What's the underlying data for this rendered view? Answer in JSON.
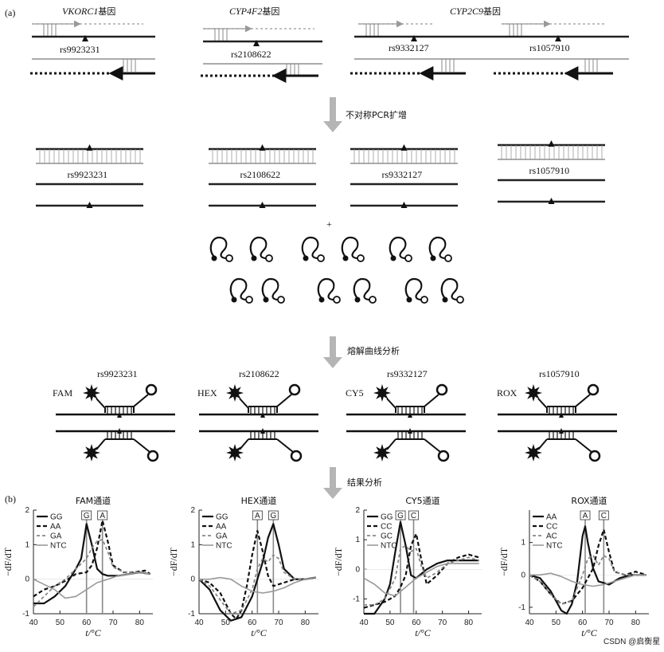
{
  "panel_a_label": "(a)",
  "panel_b_label": "(b)",
  "genes": [
    {
      "name": "VKORC1",
      "suffix": "基因",
      "snps": [
        "rs9923231"
      ]
    },
    {
      "name": "CYP4F2",
      "suffix": "基因",
      "snps": [
        "rs2108622"
      ]
    },
    {
      "name": "CYP2C9",
      "suffix": "基因",
      "snps": [
        "rs9332127",
        "rs1057910"
      ]
    }
  ],
  "steps": {
    "pcr": "不对称PCR扩增",
    "melt": "熔解曲线分析",
    "result": "结果分析"
  },
  "plus": "+",
  "amplicons": [
    "rs9923231",
    "rs2108622",
    "rs9332127",
    "rs1057910"
  ],
  "probes": [
    {
      "snp": "rs9923231",
      "dye": "FAM"
    },
    {
      "snp": "rs2108622",
      "dye": "HEX"
    },
    {
      "snp": "rs9332127",
      "dye": "CY5"
    },
    {
      "snp": "rs1057910",
      "dye": "ROX"
    }
  ],
  "watermark": "CSDN @启衡星",
  "chart_data": [
    {
      "type": "line",
      "title": "FAM通道",
      "xlabel": "t/°C",
      "ylabel": "−dF/dT",
      "xlim": [
        40,
        85
      ],
      "ylim": [
        -1,
        2
      ],
      "xticks": [
        40,
        50,
        60,
        70,
        80
      ],
      "yticks": [
        -1,
        0,
        1,
        2
      ],
      "vlines": [
        {
          "x": 60,
          "label": "G"
        },
        {
          "x": 66,
          "label": "A"
        }
      ],
      "series": [
        {
          "name": "GG",
          "style": "solid",
          "x": [
            40,
            44,
            48,
            52,
            56,
            58,
            60,
            62,
            64,
            66,
            68,
            72,
            76,
            80,
            84
          ],
          "y": [
            -0.7,
            -0.7,
            -0.5,
            -0.2,
            0.3,
            0.6,
            1.6,
            1.0,
            0.3,
            0.15,
            0.1,
            0.1,
            0.15,
            0.2,
            0.15
          ]
        },
        {
          "name": "AA",
          "style": "dashed",
          "x": [
            40,
            44,
            48,
            52,
            56,
            60,
            62,
            64,
            66,
            68,
            70,
            74,
            78,
            82,
            84
          ],
          "y": [
            -0.5,
            -0.3,
            -0.2,
            -0.05,
            0.15,
            0.2,
            0.4,
            0.9,
            1.7,
            1.1,
            0.4,
            0.2,
            0.2,
            0.25,
            0.15
          ]
        },
        {
          "name": "GA",
          "style": "dotted",
          "x": [
            40,
            44,
            48,
            52,
            56,
            60,
            62,
            64,
            66,
            68,
            70,
            74,
            80,
            84
          ],
          "y": [
            -0.8,
            -0.5,
            -0.2,
            0.0,
            0.3,
            0.6,
            0.9,
            1.1,
            1.15,
            0.8,
            0.35,
            0.2,
            0.2,
            0.15
          ]
        },
        {
          "name": "NTC",
          "style": "gray",
          "x": [
            40,
            44,
            48,
            52,
            56,
            60,
            64,
            68,
            72,
            76,
            80,
            84
          ],
          "y": [
            0.0,
            -0.15,
            -0.3,
            -0.55,
            -0.5,
            -0.3,
            -0.1,
            0.0,
            0.1,
            0.15,
            0.2,
            0.15
          ]
        }
      ]
    },
    {
      "type": "line",
      "title": "HEX通道",
      "xlabel": "t/°C",
      "ylabel": "−dF/dT",
      "xlim": [
        40,
        85
      ],
      "ylim": [
        -1,
        2
      ],
      "xticks": [
        40,
        50,
        60,
        70,
        80
      ],
      "yticks": [
        -1,
        0,
        1,
        2
      ],
      "vlines": [
        {
          "x": 62,
          "label": "A"
        },
        {
          "x": 68,
          "label": "G"
        }
      ],
      "series": [
        {
          "name": "GG",
          "style": "solid",
          "x": [
            40,
            44,
            48,
            52,
            56,
            60,
            62,
            64,
            66,
            68,
            70,
            72,
            76,
            80,
            84
          ],
          "y": [
            0.0,
            -0.3,
            -0.9,
            -1.2,
            -1.1,
            -0.5,
            0.0,
            0.5,
            1.2,
            1.6,
            1.0,
            0.3,
            0.0,
            0.0,
            0.05
          ]
        },
        {
          "name": "AA",
          "style": "dashed",
          "x": [
            40,
            44,
            48,
            52,
            54,
            56,
            58,
            60,
            62,
            64,
            66,
            68,
            72,
            76,
            80,
            84
          ],
          "y": [
            0.0,
            -0.1,
            -0.4,
            -1.0,
            -1.15,
            -0.9,
            -0.2,
            0.7,
            1.4,
            0.8,
            0.1,
            -0.2,
            -0.1,
            0.0,
            0.0,
            0.05
          ]
        },
        {
          "name": "GA",
          "style": "dotted",
          "x": [
            40,
            44,
            48,
            52,
            56,
            60,
            62,
            64,
            66,
            68,
            70,
            72,
            76,
            80,
            84
          ],
          "y": [
            0.0,
            -0.2,
            -0.6,
            -1.0,
            -0.9,
            -0.3,
            0.3,
            0.6,
            0.5,
            0.7,
            0.6,
            0.2,
            0.0,
            0.0,
            0.05
          ]
        },
        {
          "name": "NTC",
          "style": "gray",
          "x": [
            40,
            44,
            48,
            52,
            56,
            60,
            64,
            68,
            72,
            76,
            80,
            84
          ],
          "y": [
            0.0,
            0.0,
            0.05,
            0.0,
            -0.2,
            -0.35,
            -0.4,
            -0.35,
            -0.25,
            -0.1,
            0.0,
            0.05
          ]
        }
      ]
    },
    {
      "type": "line",
      "title": "CY5通道",
      "xlabel": "t/°C",
      "ylabel": "−dF/dT",
      "xlim": [
        40,
        85
      ],
      "ylim": [
        -1.5,
        2
      ],
      "xticks": [
        40,
        50,
        60,
        70,
        80
      ],
      "yticks": [
        -1,
        0,
        1,
        2
      ],
      "vlines": [
        {
          "x": 54,
          "label": "G"
        },
        {
          "x": 59,
          "label": "C"
        }
      ],
      "series": [
        {
          "name": "GG",
          "style": "solid",
          "x": [
            40,
            44,
            48,
            50,
            52,
            54,
            56,
            58,
            60,
            64,
            68,
            72,
            76,
            80,
            84
          ],
          "y": [
            -1.5,
            -1.5,
            -1.0,
            -0.5,
            0.6,
            1.6,
            0.8,
            -0.2,
            -0.3,
            0.0,
            0.2,
            0.3,
            0.3,
            0.3,
            0.3
          ]
        },
        {
          "name": "CC",
          "style": "dashed",
          "x": [
            40,
            44,
            48,
            52,
            54,
            56,
            58,
            60,
            62,
            64,
            68,
            72,
            76,
            80,
            84
          ],
          "y": [
            -1.3,
            -1.2,
            -1.1,
            -0.9,
            -0.6,
            -0.2,
            0.8,
            1.2,
            0.3,
            -0.5,
            -0.2,
            0.2,
            0.4,
            0.5,
            0.4
          ]
        },
        {
          "name": "GC",
          "style": "dotted",
          "x": [
            40,
            44,
            48,
            52,
            54,
            56,
            58,
            60,
            62,
            64,
            68,
            72,
            76,
            80,
            84
          ],
          "y": [
            -1.2,
            -1.2,
            -1.0,
            -0.3,
            0.7,
            0.8,
            0.6,
            0.7,
            0.1,
            -0.3,
            -0.1,
            0.2,
            0.3,
            0.4,
            0.3
          ]
        },
        {
          "name": "NTC",
          "style": "gray",
          "x": [
            40,
            44,
            48,
            52,
            56,
            60,
            64,
            68,
            72,
            76,
            80,
            84
          ],
          "y": [
            -0.3,
            -0.5,
            -0.8,
            -0.9,
            -0.6,
            -0.3,
            -0.1,
            0.1,
            0.2,
            0.2,
            0.2,
            0.2
          ]
        }
      ]
    },
    {
      "type": "line",
      "title": "ROX通道",
      "xlabel": "t/°C",
      "ylabel": "−dF/dT",
      "xlim": [
        40,
        85
      ],
      "ylim": [
        -1.2,
        2
      ],
      "xticks": [
        40,
        50,
        60,
        70,
        80
      ],
      "yticks": [
        -1,
        0,
        1
      ],
      "vlines": [
        {
          "x": 61,
          "label": "A"
        },
        {
          "x": 68,
          "label": "C"
        }
      ],
      "series": [
        {
          "name": "AA",
          "style": "solid",
          "x": [
            40,
            44,
            48,
            52,
            54,
            56,
            58,
            60,
            61,
            62,
            64,
            66,
            70,
            74,
            78,
            82,
            84
          ],
          "y": [
            0.0,
            -0.1,
            -0.5,
            -1.1,
            -1.2,
            -0.9,
            -0.2,
            1.2,
            1.5,
            1.0,
            0.2,
            -0.2,
            -0.3,
            -0.1,
            0.0,
            0.0,
            0.0
          ]
        },
        {
          "name": "CC",
          "style": "dashed",
          "x": [
            40,
            44,
            48,
            52,
            56,
            60,
            62,
            64,
            66,
            68,
            70,
            72,
            76,
            80,
            84
          ],
          "y": [
            0.0,
            -0.2,
            -0.6,
            -0.9,
            -0.8,
            -0.4,
            -0.1,
            0.2,
            0.9,
            1.4,
            0.7,
            0.1,
            0.0,
            0.1,
            0.0
          ]
        },
        {
          "name": "AC",
          "style": "dotted",
          "x": [
            40,
            44,
            48,
            52,
            56,
            60,
            62,
            64,
            66,
            68,
            70,
            72,
            76,
            80,
            84
          ],
          "y": [
            0.0,
            -0.2,
            -0.6,
            -0.9,
            -0.8,
            0.0,
            0.5,
            0.6,
            0.3,
            0.6,
            0.5,
            0.1,
            0.0,
            0.0,
            0.0
          ]
        },
        {
          "name": "NTC",
          "style": "gray",
          "x": [
            40,
            44,
            48,
            52,
            56,
            60,
            64,
            68,
            72,
            76,
            80,
            84
          ],
          "y": [
            0.0,
            0.0,
            0.05,
            -0.05,
            -0.2,
            -0.3,
            -0.35,
            -0.3,
            -0.2,
            -0.1,
            0.0,
            0.0
          ]
        }
      ]
    }
  ]
}
